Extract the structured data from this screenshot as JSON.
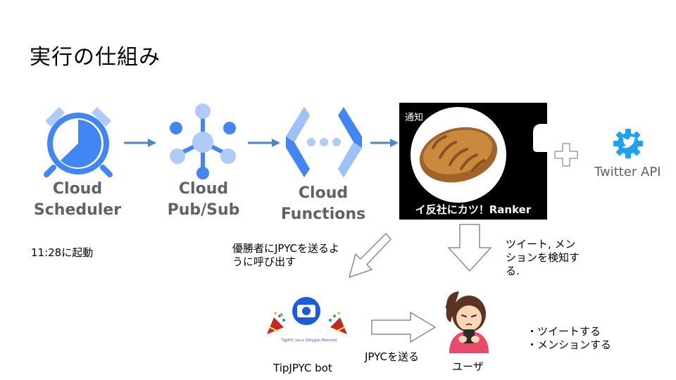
{
  "page": {
    "title": "実行の仕組み"
  },
  "services": [
    {
      "label_line1": "Cloud",
      "label_line2": "Scheduler",
      "icon": "alarm-clock-icon"
    },
    {
      "label_line1": "Cloud",
      "label_line2": "Pub/Sub",
      "icon": "pubsub-hub-icon"
    },
    {
      "label_line1": "Cloud",
      "label_line2": "Functions",
      "icon": "functions-bracket-icon"
    }
  ],
  "ranker": {
    "notification_text": "通知",
    "caption": "イ反社にカツ！Ranker",
    "image": "fried-bread-icon"
  },
  "twitter": {
    "label": "Twitter API",
    "icon": "twitter-gear-icon"
  },
  "notes": {
    "schedule": "11:28に起動",
    "send_jpyc_line1": "優勝者にJPYCを送るよ",
    "send_jpyc_line2": "うに呼び出す",
    "tweet_mention_line1": "ツイート, メン",
    "tweet_mention_line2": "ションを検知す",
    "tweet_mention_line3": "る."
  },
  "bot": {
    "label": "TipJPYC bot",
    "card_text": "TipJPYC ver.α (Polygon Mainnet)"
  },
  "transfer": {
    "label": "JPYCを送る"
  },
  "user": {
    "label": "ユーザ",
    "action1": "・ツイートする",
    "action2": "・メンションする"
  },
  "colors": {
    "google_blue": "#4285f4",
    "google_light_blue": "#aecbfa",
    "google_grey": "#5f6368",
    "twitter_blue": "#1da1f2"
  }
}
